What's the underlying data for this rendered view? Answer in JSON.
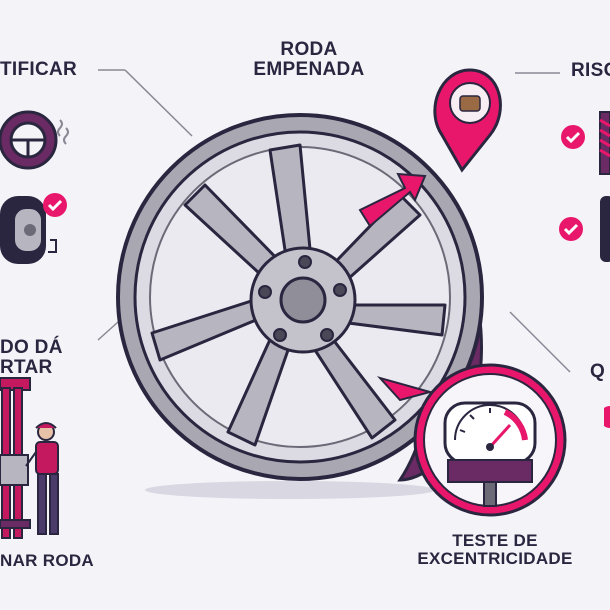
{
  "title": {
    "line1": "RODA",
    "line2": "EMPENADA"
  },
  "left_labels": {
    "top": "TIFICAR",
    "middle_line1": "DO DÁ",
    "middle_line2": "RTAR",
    "bottom": "NAR RODA"
  },
  "right_labels": {
    "top": "RISC",
    "middle": "Q"
  },
  "gauge_caption": {
    "line1": "TESTE DE",
    "line2": "EXCENTRICIDADE"
  },
  "colors": {
    "accent": "#e8176b",
    "dark": "#2b2640",
    "wheel": "#a9a8b2",
    "background": "#f4f3f8"
  }
}
